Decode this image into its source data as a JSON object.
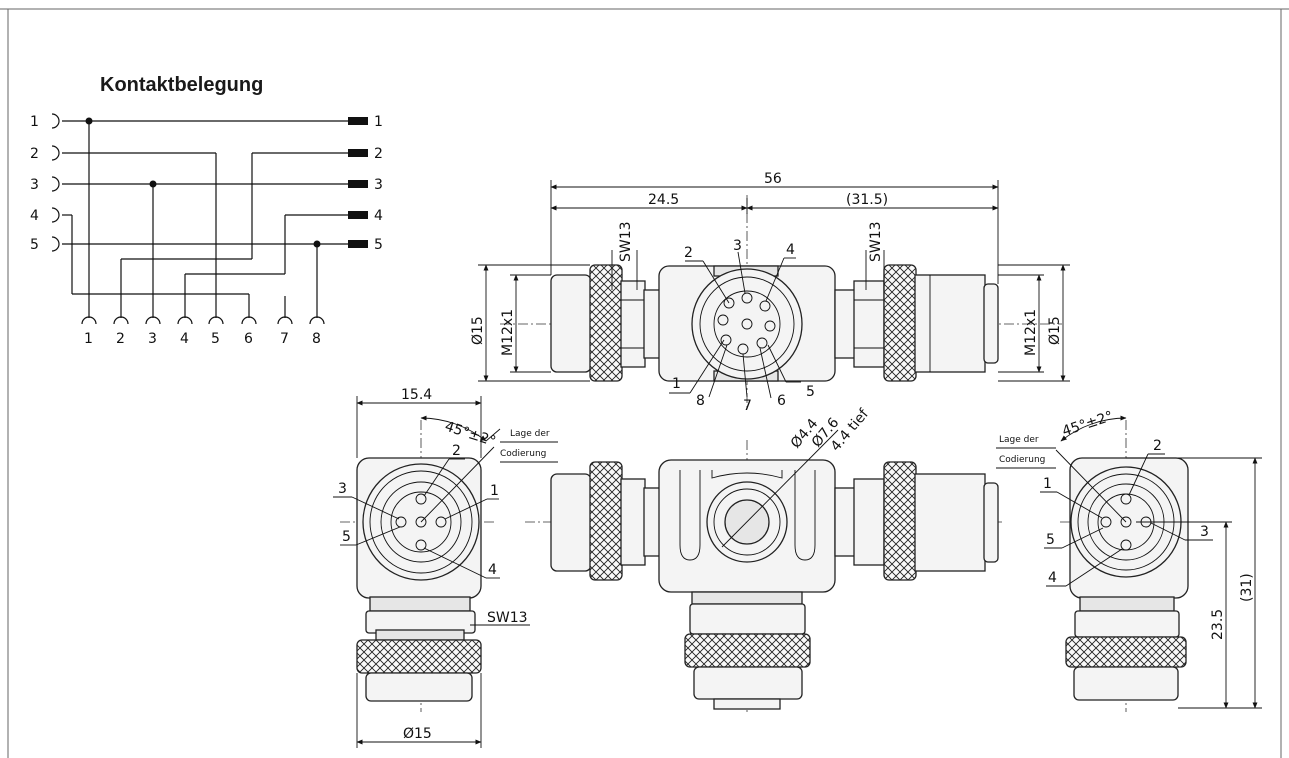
{
  "title": "Kontaktbelegung",
  "schematic": {
    "inputs": [
      "1",
      "2",
      "3",
      "4",
      "5"
    ],
    "outputs": [
      "1",
      "2",
      "3",
      "4",
      "5"
    ],
    "bottom": [
      "1",
      "2",
      "3",
      "4",
      "5",
      "6",
      "7",
      "8"
    ]
  },
  "top_view": {
    "dims": {
      "total": "56",
      "left": "24.5",
      "right": "(31.5)"
    },
    "left": {
      "diameter": "Ø15",
      "thread": "M12x1",
      "wrench": "SW13"
    },
    "right": {
      "diameter": "Ø15",
      "thread": "M12x1",
      "wrench": "SW13"
    },
    "pins": [
      "1",
      "2",
      "3",
      "4",
      "5",
      "6",
      "7",
      "8"
    ]
  },
  "left_view": {
    "width": "15.4",
    "angle": "45°±2°",
    "coding_line1": "Lage der",
    "coding_line2": "Codierung",
    "pins": [
      "1",
      "2",
      "3",
      "4",
      "5"
    ],
    "wrench": "SW13",
    "diameter": "Ø15"
  },
  "middle_view": {
    "hole": "Ø4.4",
    "counterbore": "Ø7.6",
    "depth": "4.4 tief"
  },
  "right_view": {
    "angle": "45°±2°",
    "coding_line1": "Lage der",
    "coding_line2": "Codierung",
    "pins": [
      "1",
      "2",
      "3",
      "4",
      "5"
    ],
    "height": "23.5",
    "total_height": "(31)"
  }
}
